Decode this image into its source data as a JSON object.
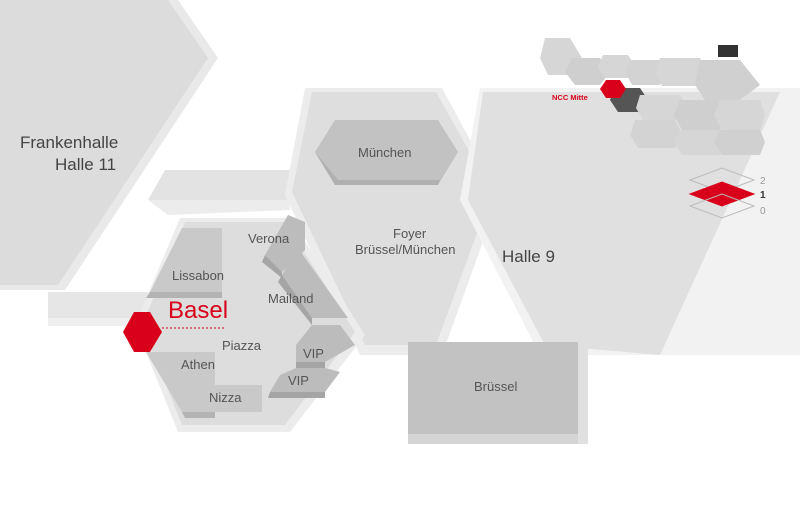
{
  "colors": {
    "highlight": "#d8001a",
    "hall": "#d9d9d9",
    "hall_dark": "#c4c4c4",
    "room": "#bdbdbd",
    "room_dark": "#a9a9a9",
    "shadow": "#e8e8e8",
    "text": "#555555"
  },
  "halls": {
    "frankenhalle_line1": "Frankenhalle",
    "frankenhalle_line2": "Halle 11",
    "halle9": "Halle 9"
  },
  "rooms": {
    "muenchen": "München",
    "foyer_line1": "Foyer",
    "foyer_line2": "Brüssel/München",
    "verona": "Verona",
    "lissabon": "Lissabon",
    "mailand": "Mailand",
    "piazza": "Piazza",
    "athen": "Athen",
    "nizza": "Nizza",
    "vip1": "VIP",
    "vip2": "VIP",
    "bruessel": "Brüssel"
  },
  "highlight": {
    "label": "Basel",
    "icon": "hexagon-marker-icon"
  },
  "minimap": {
    "label": "NCC Mitte"
  },
  "levels": {
    "items": [
      "2",
      "1",
      "0"
    ],
    "active": "1"
  }
}
